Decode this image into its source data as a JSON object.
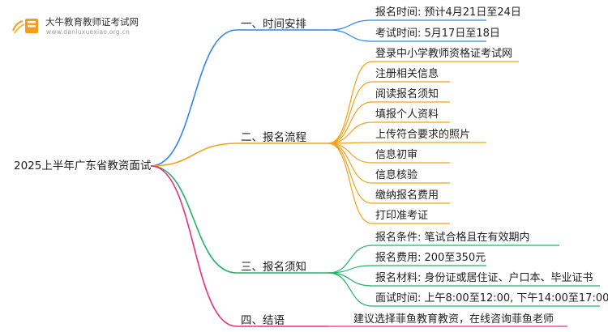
{
  "logo": {
    "title": "大牛教育教师证考试网",
    "url": "www.daniuxuexiao.org.cn"
  },
  "root": "2025上半年广东省教资面试",
  "branches": [
    {
      "label": "一、时间安排",
      "color": "#2f86e8",
      "items": [
        "报名时间: 预计4月21日至24日",
        "考试时间: 5月17日至18日"
      ]
    },
    {
      "label": "二、报名流程",
      "color": "#f0a318",
      "items": [
        "登录中小学教师资格证考试网",
        "注册相关信息",
        "阅读报名须知",
        "填报个人资料",
        "上传符合要求的照片",
        "信息初审",
        "信息核验",
        "缴纳报名费用",
        "打印准考证"
      ]
    },
    {
      "label": "三、报名须知",
      "color": "#22b26b",
      "items": [
        "报名条件: 笔试合格且在有效期内",
        "报名费用: 200至350元",
        "报名材料: 身份证或居住证、户口本、毕业证书",
        "面试时间: 上午8:00至12:00, 下午14:00至17:00"
      ]
    },
    {
      "label": "四、结语",
      "color": "#ea2f7b",
      "items": [
        "建议选择菲鱼教育教资，在线咨询菲鱼老师"
      ]
    }
  ]
}
